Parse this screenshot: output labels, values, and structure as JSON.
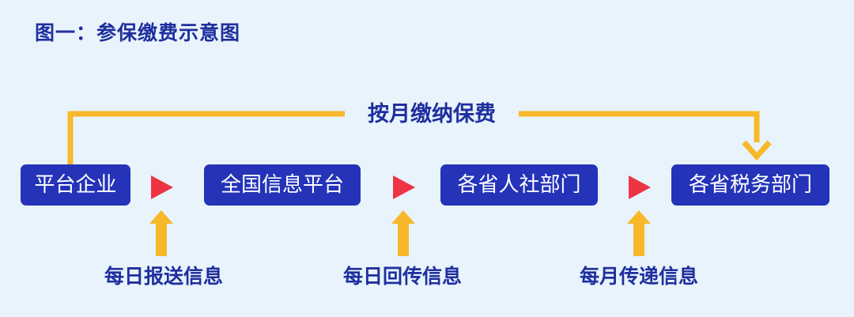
{
  "title": "图一：参保缴费示意图",
  "top_connector_label": "按月缴纳保费",
  "nodes": [
    {
      "label": "平台企业"
    },
    {
      "label": "全国信息平台"
    },
    {
      "label": "各省人社部门"
    },
    {
      "label": "各省税务部门"
    }
  ],
  "captions": [
    {
      "label": "每日报送信息"
    },
    {
      "label": "每日回传信息"
    },
    {
      "label": "每月传递信息"
    }
  ],
  "colors": {
    "background": "#e8f3fc",
    "node_fill": "#2433b8",
    "text_blue": "#1f2f9e",
    "arrow_red": "#ee3344",
    "arrow_yellow": "#f7b829"
  }
}
